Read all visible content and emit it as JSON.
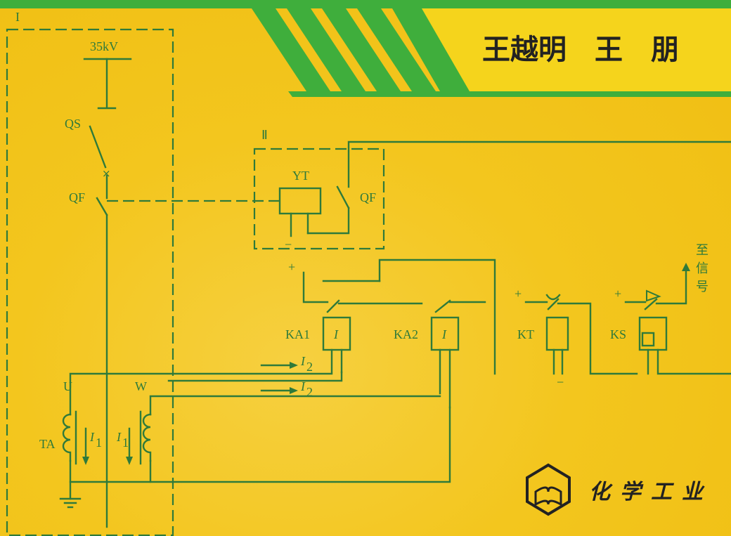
{
  "cover": {
    "authors": "王越明　王　朋",
    "publisher": "化学工业"
  },
  "diagram": {
    "region_I": "I",
    "region_II": "Ⅱ",
    "bus_voltage": "35kV",
    "QS": "QS",
    "QF_main": "QF",
    "QF_aux": "QF",
    "YT": "YT",
    "KA1": "KA1",
    "KA2": "KA2",
    "KA1_symbol": "I",
    "KA2_symbol": "I",
    "KT": "KT",
    "KS": "KS",
    "U": "U",
    "W": "W",
    "TA": "TA",
    "I1_left": "I",
    "I1_left_sub": "1",
    "I1_right": "I",
    "I1_right_sub": "1",
    "I2_top": "I",
    "I2_top_sub": "2",
    "I2_bottom": "I",
    "I2_bottom_sub": "2",
    "plus": "+",
    "minus": "−",
    "signal_1": "至",
    "signal_2": "信",
    "signal_3": "号"
  }
}
